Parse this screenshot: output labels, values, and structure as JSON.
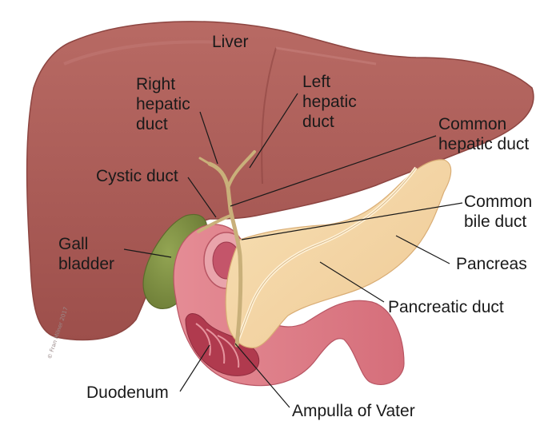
{
  "labels": {
    "liver": "Liver",
    "right_hepatic_duct": [
      "Right",
      "hepatic",
      "duct"
    ],
    "left_hepatic_duct": [
      "Left",
      "hepatic",
      "duct"
    ],
    "common_hepatic_duct": [
      "Common",
      "hepatic duct"
    ],
    "cystic_duct": "Cystic duct",
    "common_bile_duct": [
      "Common",
      "bile duct"
    ],
    "gall_bladder": [
      "Gall",
      "bladder"
    ],
    "pancreas": "Pancreas",
    "pancreatic_duct": "Pancreatic duct",
    "duodenum": "Duodenum",
    "ampulla_of_vater": "Ampulla of Vater"
  },
  "credit": "© Fran Milner 2017",
  "colors": {
    "liver": "#a85a55",
    "liver_dark": "#8d4541",
    "gallbladder": "#7e8f43",
    "pancreas": "#f3d6a6",
    "duct": "#c9b07a",
    "duodenum": "#dc7d86",
    "duodenum_inner": "#b03a4e",
    "leader": "#1a1a1a"
  }
}
